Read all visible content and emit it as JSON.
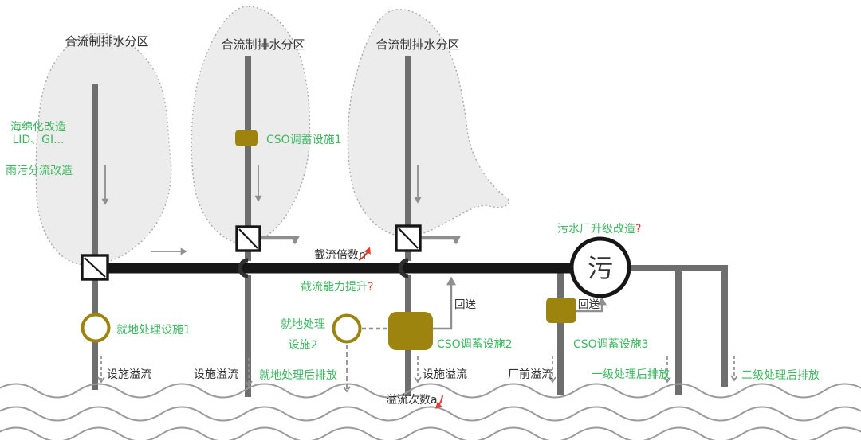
{
  "colors": {
    "green": "#3cba5f",
    "olive": "#9c840f",
    "red": "#e53e2e",
    "pipe": "#6e6e6e",
    "flow": "#8f8f8f",
    "ink": "#161616",
    "zonefill": "#ececec",
    "zoneborder": "#aaaaaa",
    "wave": "#9b9b9b",
    "dark": "#333333"
  },
  "zones": [
    {
      "label": "合流制排水分区"
    },
    {
      "label": "合流制排水分区"
    },
    {
      "label": "合流制排水分区"
    }
  ],
  "zone1": {
    "sponge": "海绵化改造",
    "lid": "LID、GI...",
    "separation": "雨污分流改造"
  },
  "facilities": {
    "cso1": "CSO调蓄设施1",
    "cso2": "CSO调蓄设施2",
    "cso3": "CSO调蓄设施3",
    "onsite1": "就地处理设施1",
    "onsite2_line1": "就地处理",
    "onsite2_line2": "设施2"
  },
  "interceptor": {
    "ratio": "截流倍数n",
    "capacity": "截流能力提升",
    "capacity_mark": "?",
    "return1": "回送",
    "return2": "回送"
  },
  "plant": {
    "symbol": "污",
    "upgrade": "污水厂升级改造",
    "upgrade_mark": "?"
  },
  "outfalls": {
    "overflow1": "设施溢流",
    "overflow2": "设施溢流",
    "onsite_discharge": "就地处理后排放",
    "overflow3": "设施溢流",
    "frequency": "溢流次数a",
    "pre_plant": "厂前溢流",
    "primary": "一级处理后排放",
    "secondary": "二级处理后排放"
  }
}
